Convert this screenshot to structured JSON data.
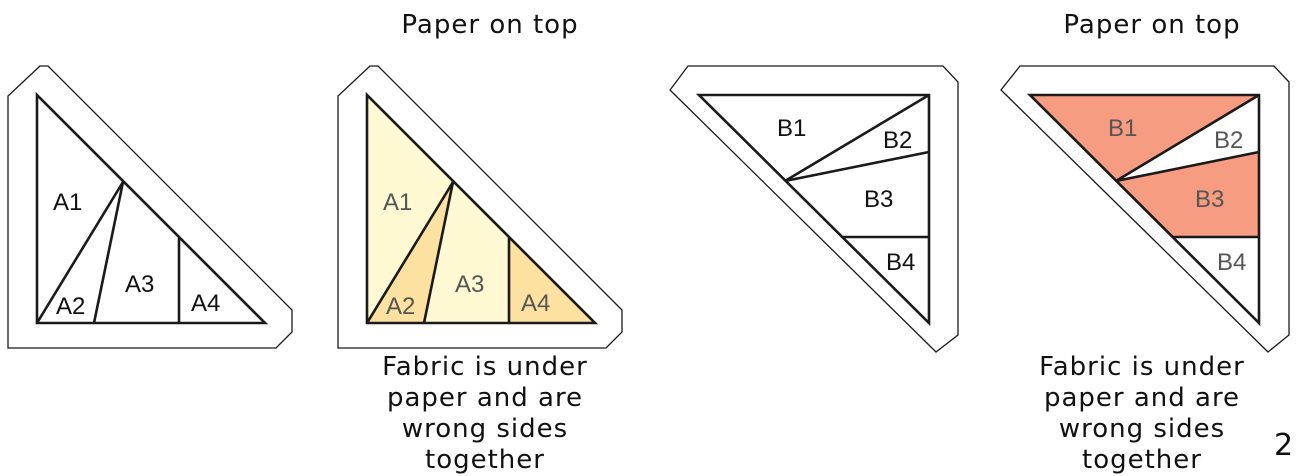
{
  "captions": {
    "paper_on_top_left": "Paper on top",
    "paper_on_top_right": "Paper on top",
    "fabric_note_left": [
      "Fabric is under",
      "paper and are",
      "wrong sides",
      "together"
    ],
    "fabric_note_right": [
      "Fabric is under",
      "paper and are",
      "wrong sides",
      "together"
    ]
  },
  "page_number": "2",
  "pattern_a": {
    "outline": {
      "pieces": [
        "A1",
        "A2",
        "A3",
        "A4"
      ]
    },
    "colored": {
      "pieces": [
        "A1",
        "A2",
        "A3",
        "A4"
      ],
      "colors": {
        "A1": "#fff9d3",
        "A2": "#fde1a0",
        "A3": "#fff9d3",
        "A4": "#fde1a0"
      }
    }
  },
  "pattern_b": {
    "outline": {
      "pieces": [
        "B1",
        "B2",
        "B3",
        "B4"
      ]
    },
    "colored": {
      "pieces": [
        "B1",
        "B2",
        "B3",
        "B4"
      ],
      "colors": {
        "B1": "#f69c80",
        "B2": "#ffffff",
        "B3": "#f69c80",
        "B4": "#ffffff"
      }
    }
  },
  "colors": {
    "line": "#1a1a1a",
    "label_dark": "#111111",
    "label_muted": "#555555",
    "outer_frame": "#1a1a1a"
  }
}
